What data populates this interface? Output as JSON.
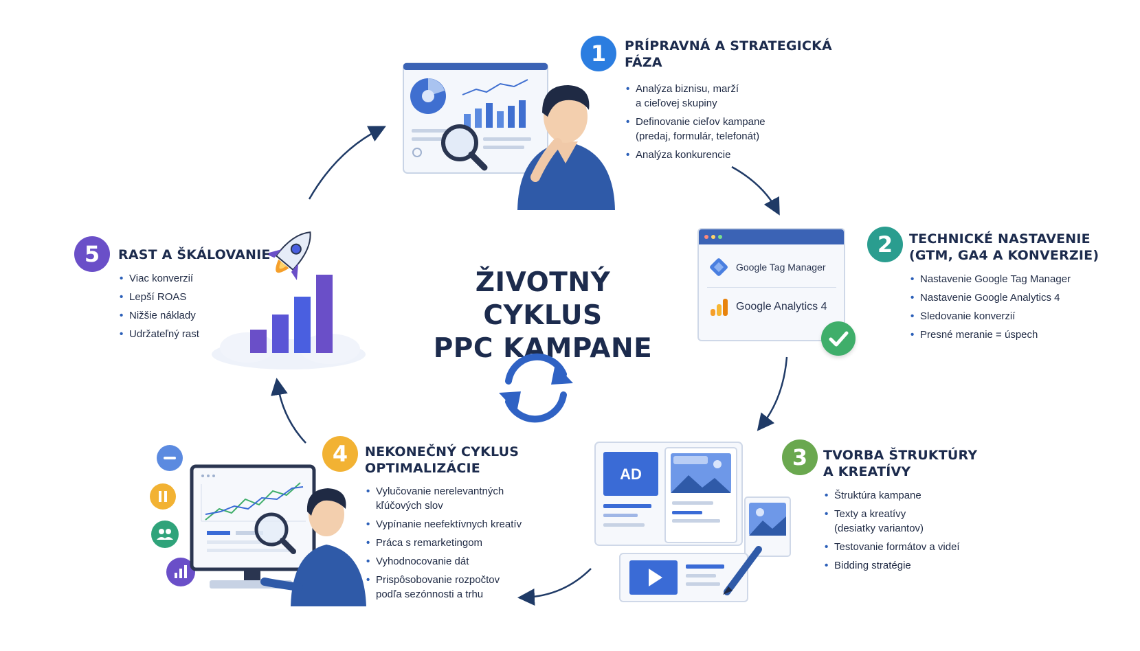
{
  "center_title": {
    "line1": "ŽIVOTNÝ CYKLUS",
    "line2": "PPC KAMPANE"
  },
  "colors": {
    "phase1": "#2b7de0",
    "phase2": "#2a9d8f",
    "phase3": "#6aa84f",
    "phase4": "#f2b233",
    "phase5": "#6a4fc8",
    "arrow": "#1f3a66",
    "primary_blue": "#2f5fbf"
  },
  "phases": [
    {
      "number": "1",
      "title_lines": [
        "PRÍPRAVNÁ A STRATEGICKÁ",
        "FÁZA"
      ],
      "items": [
        [
          "Analýza biznisu, marží",
          "a cieľovej skupiny"
        ],
        [
          "Definovanie cieľov kampane",
          "(predaj, formulár, telefonát)"
        ],
        [
          "Analýza konkurencie"
        ]
      ]
    },
    {
      "number": "2",
      "title_lines": [
        "TECHNICKÉ NASTAVENIE",
        "(GTM, GA4 A KONVERZIE)"
      ],
      "items": [
        [
          "Nastavenie Google Tag Manager"
        ],
        [
          "Nastavenie Google Analytics 4"
        ],
        [
          "Sledovanie konverzií"
        ],
        [
          "Presné meranie = úspech"
        ]
      ]
    },
    {
      "number": "3",
      "title_lines": [
        "TVORBA ŠTRUKTÚRY",
        "A KREATÍVY"
      ],
      "items": [
        [
          "Štruktúra kampane"
        ],
        [
          "Texty a kreatívy",
          "(desiatky variantov)"
        ],
        [
          "Testovanie formátov a videí"
        ],
        [
          "Bidding stratégie"
        ]
      ]
    },
    {
      "number": "4",
      "title_lines": [
        "NEKONEČNÝ CYKLUS",
        "OPTIMALIZÁCIE"
      ],
      "items": [
        [
          "Vylučovanie nerelevantných",
          "kľúčových slov"
        ],
        [
          "Vypínanie neefektívnych kreatív"
        ],
        [
          "Práca s remarketingom"
        ],
        [
          "Vyhodnocovanie dát"
        ],
        [
          "Prispôsobovanie rozpočtov",
          "podľa sezónnosti a trhu"
        ]
      ]
    },
    {
      "number": "5",
      "title_lines": [
        "RAST A ŠKÁLOVANIE"
      ],
      "items": [
        [
          "Viac konverzií"
        ],
        [
          "Lepší ROAS"
        ],
        [
          "Nižšie náklady"
        ],
        [
          "Udržateľný rast"
        ]
      ]
    }
  ],
  "tools_card": {
    "gtm_label": "Google Tag Manager",
    "ga4_label": "Google Analytics 4"
  },
  "ad_card": {
    "ad_label": "AD"
  },
  "icons": {
    "phase1": "analyst-with-magnifier-icon",
    "phase2": "check-icon",
    "phase3": "ad-creatives-icon",
    "phase4": "optimization-monitor-icon",
    "phase5": "rocket-growth-icon",
    "center": "refresh-cycle-icon"
  }
}
